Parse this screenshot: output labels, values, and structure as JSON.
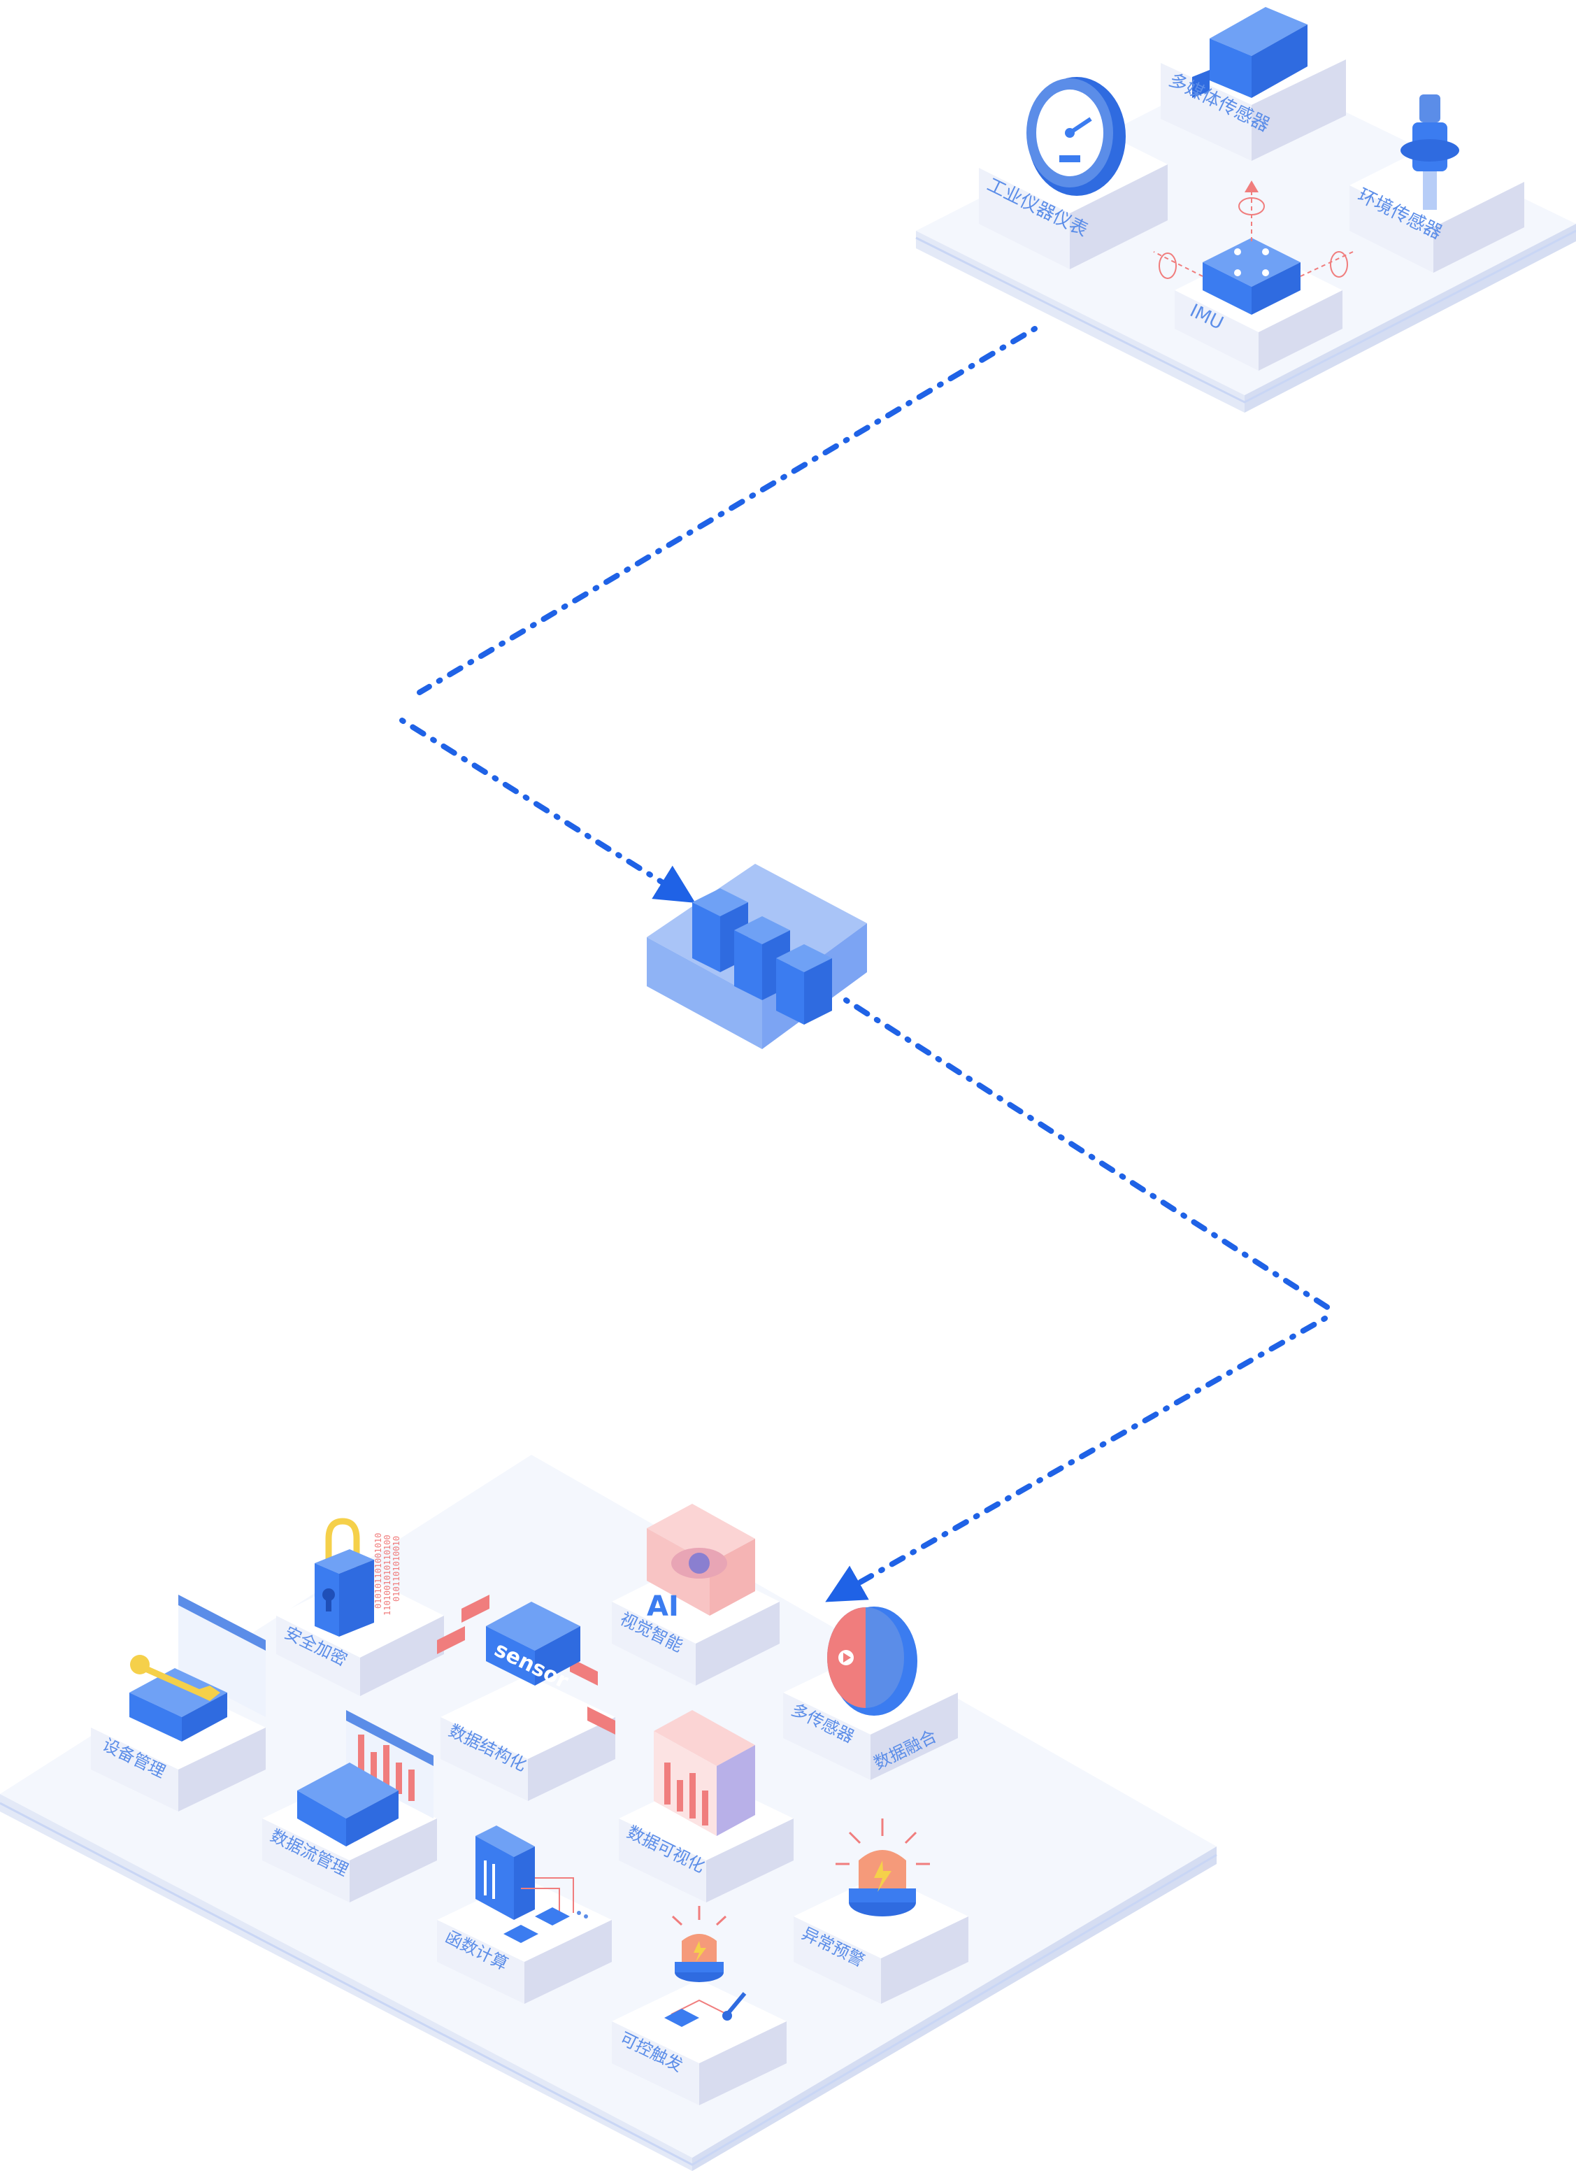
{
  "sensor_platform": {
    "items": [
      {
        "id": "multimedia",
        "label": "多媒体传感器",
        "icon": "camera-icon"
      },
      {
        "id": "industrial",
        "label": "工业仪器仪表",
        "icon": "gauge-icon"
      },
      {
        "id": "environment",
        "label": "环境传感器",
        "icon": "probe-icon"
      },
      {
        "id": "imu",
        "label": "IMU",
        "icon": "imu-cube-icon"
      }
    ]
  },
  "gateway": {
    "icon": "gateway-chip-icon"
  },
  "edge_platform": {
    "items": [
      {
        "id": "device",
        "label": "设备管理",
        "icon": "wrench-icon"
      },
      {
        "id": "security",
        "label": "安全加密",
        "icon": "lock-icon"
      },
      {
        "id": "structure",
        "label": "数据结构化",
        "icon": "sensor-chip-icon",
        "chip_text": "sensor"
      },
      {
        "id": "vision",
        "label": "视觉智能",
        "icon": "ai-eye-icon",
        "chip_text": "AI"
      },
      {
        "id": "fusion",
        "label": "多传感器",
        "label2": "数据融合",
        "icon": "fusion-disc-icon"
      },
      {
        "id": "flow",
        "label": "数据流管理",
        "icon": "box-chart-icon"
      },
      {
        "id": "visual",
        "label": "数据可视化",
        "icon": "bar-chart-icon"
      },
      {
        "id": "compute",
        "label": "函数计算",
        "icon": "server-icon"
      },
      {
        "id": "alarm",
        "label": "异常预警",
        "icon": "alarm-icon"
      },
      {
        "id": "trigger",
        "label": "可控触发",
        "icon": "trigger-alarm-icon"
      }
    ]
  },
  "colors": {
    "primary": "#3b7cf0",
    "primary_light": "#6fa1f5",
    "accent": "#f07d7d",
    "gold": "#f5d04a",
    "platform": "#f4f7fd",
    "line": "#1f62e6"
  }
}
